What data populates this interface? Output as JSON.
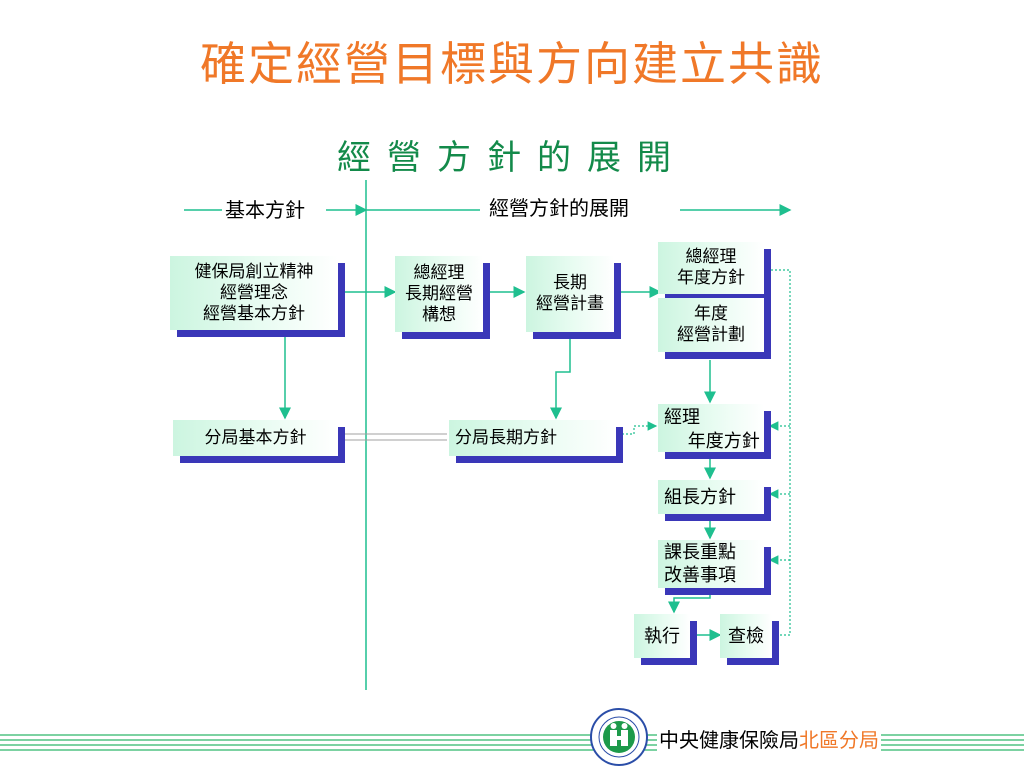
{
  "title": "確定經營目標與方向建立共識",
  "subtitle": "經營方針的展開",
  "sections": {
    "basic": "基本方針",
    "expansion": "經營方針的展開"
  },
  "boxes": {
    "founding_spirit": "健保局創立精神\n經營理念\n經營基本方針",
    "gm_long_term_vision": "總經理\n長期經營\n構想",
    "long_term_plan": "長期\n經營計畫",
    "gm_annual_policy": "總經理\n年度方針",
    "annual_plan": "年度\n經營計劃",
    "branch_basic_policy": "分局基本方針",
    "branch_long_term_policy": "分局長期方針",
    "manager_annual_policy": "經理\n　 年度方針",
    "team_leader_policy": "組長方針",
    "section_chief_priority": "課長重點\n改善事項",
    "execute": "執行",
    "inspect": "查檢"
  },
  "footer": {
    "org": "中央健康保險局",
    "branch": "北區分局",
    "logo_icon": "nhi-logo-icon"
  },
  "colors": {
    "title": "#f07828",
    "subtitle": "#138a4a",
    "connector": "#1fbf8f",
    "box_shadow": "#3a37b8",
    "box_fill": "#ccf5e0"
  }
}
